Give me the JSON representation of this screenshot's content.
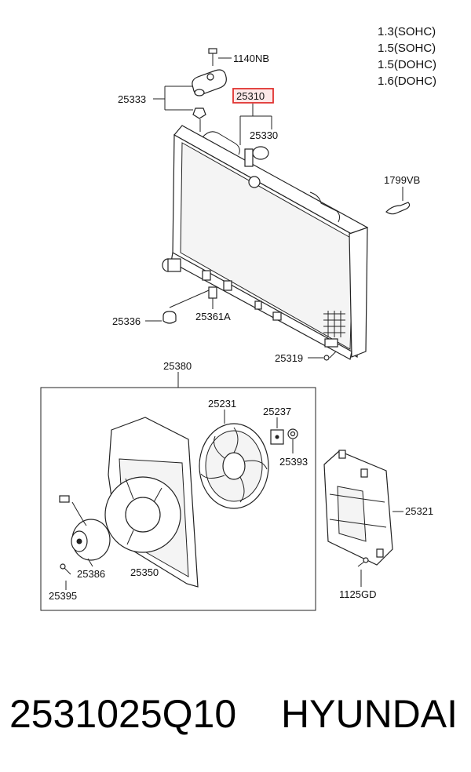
{
  "engines": [
    "1.3(SOHC)",
    "1.5(SOHC)",
    "1.5(DOHC)",
    "1.6(DOHC)"
  ],
  "callouts": {
    "c1140NB": "1140NB",
    "c25333": "25333",
    "c25310": "25310",
    "c25330": "25330",
    "c1799VB": "1799VB",
    "c25336": "25336",
    "c25361A": "25361A",
    "c25319": "25319",
    "c25380": "25380",
    "c25231": "25231",
    "c25237": "25237",
    "c25393": "25393",
    "c25321": "25321",
    "c25386": "25386",
    "c25350": "25350",
    "c25395": "25395",
    "c1125GD": "1125GD"
  },
  "highlight_color": "#e0322f",
  "footer": {
    "part_number": "2531025Q10",
    "brand": "HYUNDAI"
  }
}
